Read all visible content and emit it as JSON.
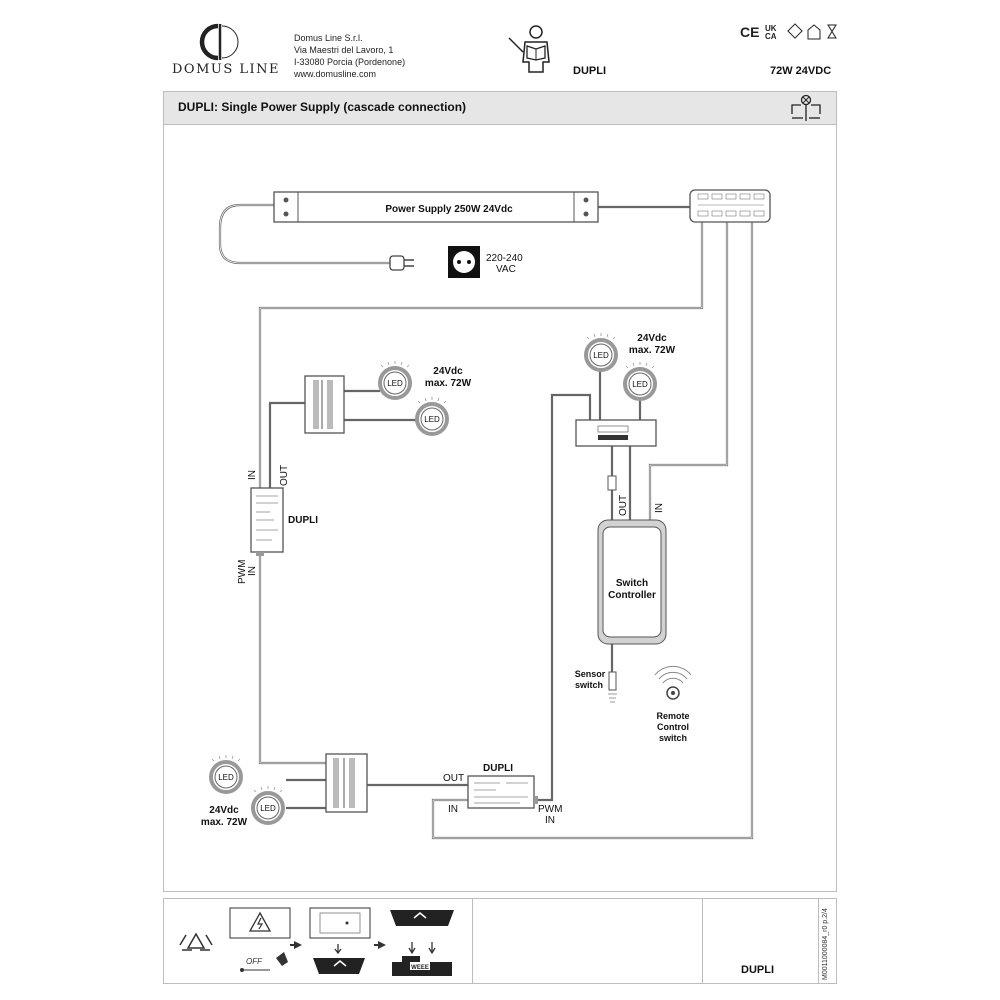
{
  "header": {
    "brand": "DOMUS LINE",
    "company_lines": [
      "Domus Line S.r.l.",
      "Via Maestri del Lavoro, 1",
      "I-33080 Porcia (Pordenone)",
      "www.domusline.com"
    ],
    "product": "DUPLI",
    "spec": "72W 24VDC",
    "cert_marks": [
      "CE",
      "UK CA"
    ],
    "icons": [
      "logo-mark",
      "reader-manual-icon",
      "ce-mark",
      "ukca-mark",
      "diamond-mark",
      "house-mark",
      "hourglass-mark"
    ]
  },
  "title_bar": {
    "title": "DUPLI: Single Power Supply (cascade connection)",
    "icon": "lamp-wiring-icon"
  },
  "diagram": {
    "power_supply_label": "Power Supply 250W 24Vdc",
    "mains_voltage_line1": "220-240",
    "mains_voltage_line2": "VAC",
    "led_label": "LED",
    "group_label_line1": "24Vdc",
    "group_label_line2": "max. 72W",
    "dupli_label": "DUPLI",
    "in_label": "IN",
    "out_label": "OUT",
    "pwm_label": "PWM",
    "controller_line1": "Switch",
    "controller_line2": "Controller",
    "sensor_line1": "Sensor",
    "sensor_line2": "switch",
    "remote_line1": "Remote",
    "remote_line2": "Control",
    "remote_line3": "switch",
    "off_label": "OFF",
    "weee_label": "WEEE",
    "icons": [
      "plug-icon",
      "socket-icon",
      "junction-box-icon",
      "connector-block-icon",
      "dupli-module-icon",
      "switch-controller-icon",
      "sensor-switch-icon",
      "remote-control-icon",
      "led-spot-icon"
    ]
  },
  "footer": {
    "product": "DUPLI",
    "doc_code": "M0011000084_r0 p.2/4",
    "icons": [
      "recycle-icon",
      "warning-sign-icon",
      "switch-off-icon",
      "bin-icon",
      "weee-bin-icon",
      "arrow-right-icon"
    ]
  }
}
